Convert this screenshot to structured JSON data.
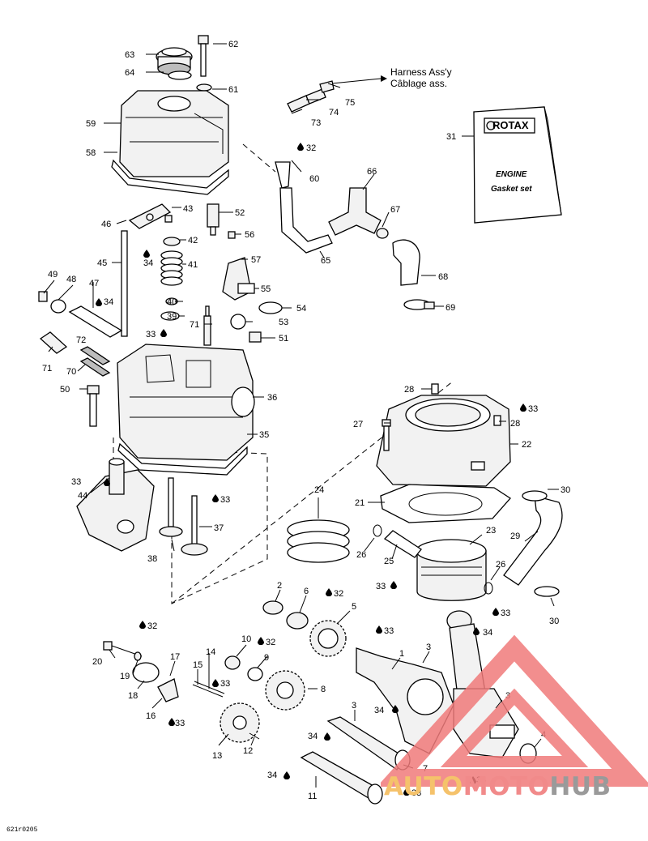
{
  "callouts": {
    "n1": "1",
    "n2": "2",
    "n3a": "3",
    "n3b": "3",
    "n3c": "3",
    "n4": "4",
    "n5": "5",
    "n6": "6",
    "n7": "7",
    "n8": "8",
    "n9": "9",
    "n10": "10",
    "n11": "11",
    "n12": "12",
    "n13": "13",
    "n14": "14",
    "n15": "15",
    "n16": "16",
    "n17": "17",
    "n18": "18",
    "n19": "19",
    "n20": "20",
    "n21": "21",
    "n22": "22",
    "n23": "23",
    "n24": "24",
    "n25": "25",
    "n26a": "26",
    "n26b": "26",
    "n27": "27",
    "n28a": "28",
    "n28b": "28",
    "n29": "29",
    "n30a": "30",
    "n30b": "30",
    "n31": "31",
    "n32a": "32",
    "n32b": "32",
    "n32c": "32",
    "n32d": "32",
    "n33a": "33",
    "n33b": "33",
    "n33c": "33",
    "n33d": "33",
    "n33e": "33",
    "n33f": "33",
    "n33g": "33",
    "n33h": "33",
    "n33i": "33",
    "n33j": "33",
    "n34a": "34",
    "n34b": "34",
    "n34c": "34",
    "n34d": "34",
    "n34e": "34",
    "n34f": "34",
    "n34g": "34",
    "n35": "35",
    "n36": "36",
    "n37": "37",
    "n38": "38",
    "n39": "39",
    "n40": "40",
    "n41": "41",
    "n42": "42",
    "n43": "43",
    "n44": "44",
    "n45": "45",
    "n46": "46",
    "n47": "47",
    "n48": "48",
    "n49": "49",
    "n50": "50",
    "n51": "51",
    "n52": "52",
    "n53": "53",
    "n54": "54",
    "n55": "55",
    "n56": "56",
    "n57": "57",
    "n58": "58",
    "n59": "59",
    "n60": "60",
    "n61": "61",
    "n62": "62",
    "n63": "63",
    "n64": "64",
    "n65": "65",
    "n66": "66",
    "n67": "67",
    "n68": "68",
    "n69": "69",
    "n70": "70",
    "n71a": "71",
    "n71b": "71",
    "n72": "72",
    "n73": "73",
    "n74": "74",
    "n75": "75"
  },
  "labels": {
    "harness_en": "Harness Ass'y",
    "harness_fr": "Câblage ass.",
    "booklet_brand": "ROTAX",
    "booklet_line1": "ENGINE",
    "booklet_line2": "Gasket set",
    "doc_number": "621r0205"
  },
  "watermark": {
    "part1": "AUTO",
    "part2": "MOTO",
    "part3": "HUB",
    "color_auto": "#f5c26b",
    "color_moto": "#f18a8a",
    "color_hub": "#9a9a9a",
    "triangle_color": "#f07a7a"
  },
  "icons": {
    "sealant_drop": "drop-icon",
    "leader_arrow": "arrow-icon"
  }
}
